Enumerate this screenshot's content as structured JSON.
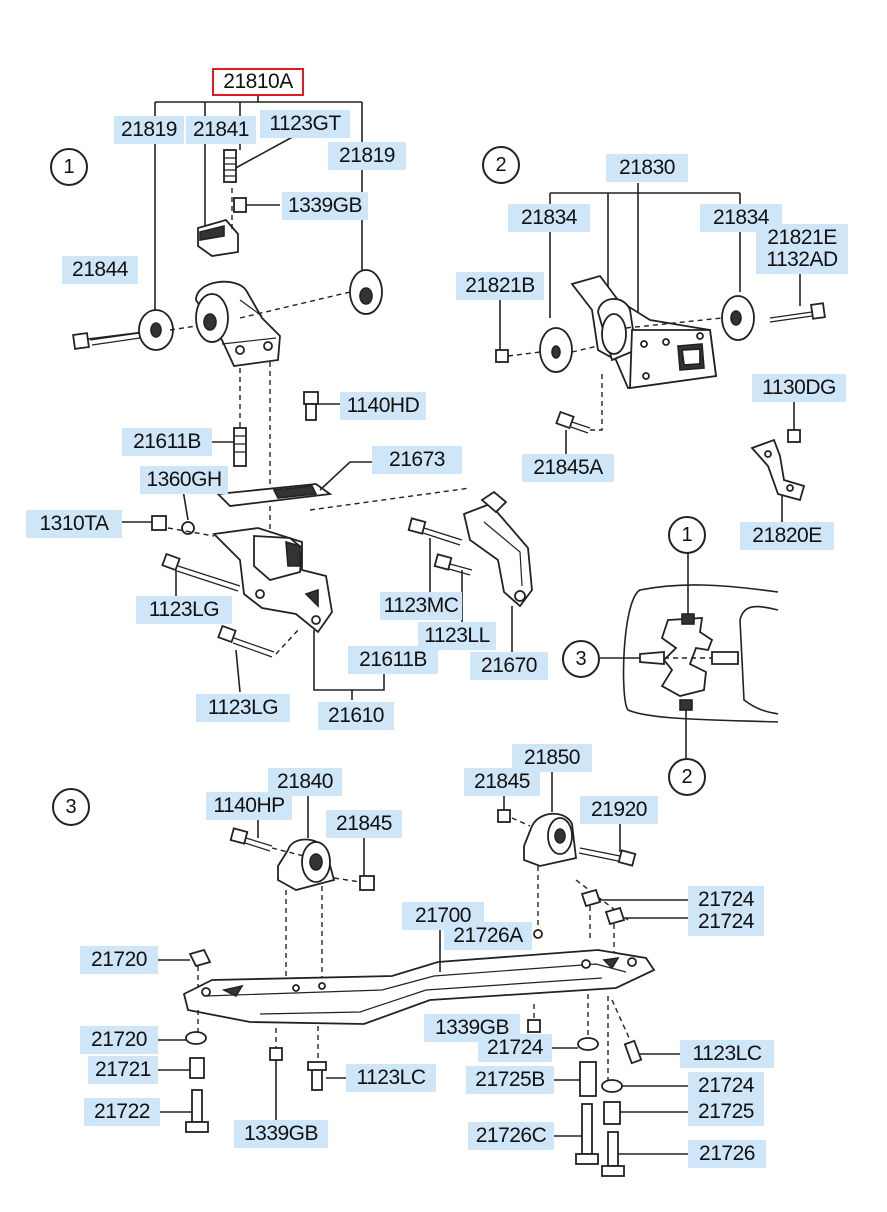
{
  "labels": {
    "l21810A": "21810A",
    "l1123GT": "1123GT",
    "l21819a": "21819",
    "l21841": "21841",
    "l21819b": "21819",
    "l1339GB_top": "1339GB",
    "l21844": "21844",
    "l1140HD": "1140HD",
    "l21611B_a": "21611B",
    "l21673": "21673",
    "l1360GH": "1360GH",
    "l1310TA": "1310TA",
    "l1123LG_a": "1123LG",
    "l1123MC": "1123MC",
    "l1123LL": "1123LL",
    "l21670": "21670",
    "l21611B_b": "21611B",
    "l1123LG_b": "1123LG",
    "l21610": "21610",
    "l21830": "21830",
    "l21834a": "21834",
    "l21834b": "21834",
    "l21821E": "21821E",
    "l1132AD": "1132AD",
    "l21821B": "21821B",
    "l21845A": "21845A",
    "l1130DG": "1130DG",
    "l21820E": "21820E",
    "l21840": "21840",
    "l1140HP": "1140HP",
    "l21845a": "21845",
    "l21850": "21850",
    "l21845b": "21845",
    "l21920": "21920",
    "l21724a": "21724",
    "l21724b": "21724",
    "l21700": "21700",
    "l21726A": "21726A",
    "l21720a": "21720",
    "l21720b": "21720",
    "l1339GB_mid": "1339GB",
    "l21724c": "21724",
    "l1123LC_a": "1123LC",
    "l21721": "21721",
    "l1123LC_b": "1123LC",
    "l21725B": "21725B",
    "l21724d": "21724",
    "l21722": "21722",
    "l21725": "21725",
    "l1339GB_bot": "1339GB",
    "l21726C": "21726C",
    "l21726": "21726"
  },
  "circles": {
    "c1": "1",
    "c2": "2",
    "c3": "3",
    "inset1": "1",
    "inset3": "3",
    "inset2": "2"
  },
  "selected_label": "21810A",
  "colors": {
    "label_bg": "#cfe5f8",
    "selected_border": "#e01b24"
  }
}
